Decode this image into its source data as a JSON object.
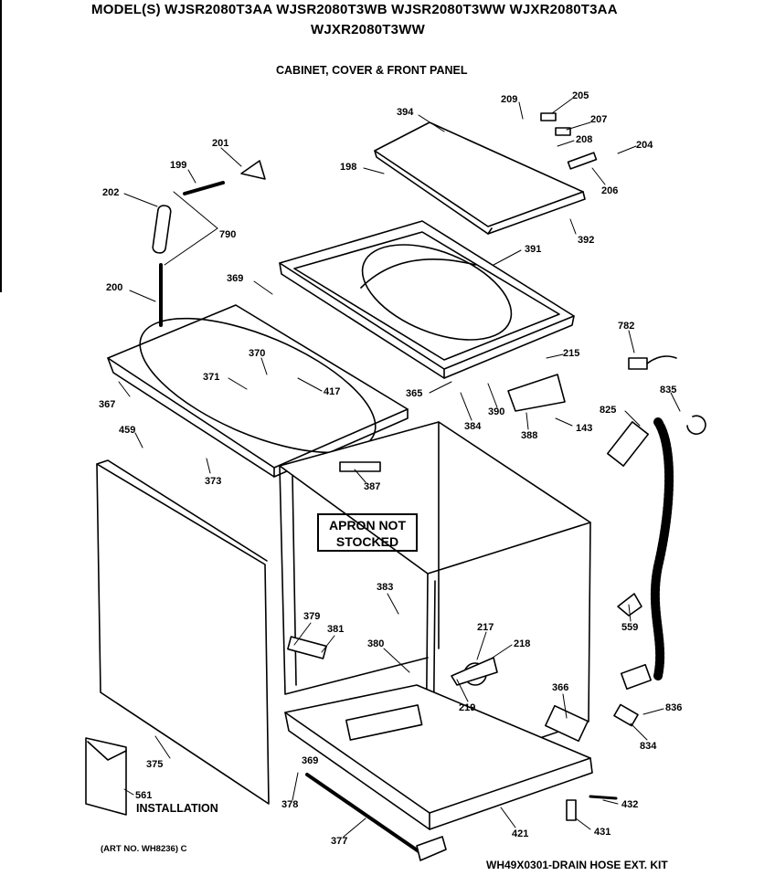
{
  "header": {
    "models_line1": "MODEL(S) WJSR2080T3AA  WJSR2080T3WB  WJSR2080T3WW  WJXR2080T3AA",
    "models_line2": "WJXR2080T3WW",
    "section_title": "CABINET, COVER & FRONT PANEL"
  },
  "apron_note": {
    "line1": "APRON NOT",
    "line2": "STOCKED"
  },
  "installation_label": "INSTALLATION",
  "art_number": "(ART NO. WH8236) C",
  "drain_hose_kit": "WH49X0301-DRAIN HOSE EXT. KIT",
  "parts": [
    "394",
    "209",
    "205",
    "207",
    "208",
    "204",
    "206",
    "198",
    "392",
    "391",
    "201",
    "199",
    "202",
    "790",
    "200",
    "369",
    "782",
    "215",
    "835",
    "825",
    "370",
    "371",
    "417",
    "365",
    "384",
    "390",
    "388",
    "143",
    "367",
    "459",
    "373",
    "387",
    "383",
    "379",
    "381",
    "380",
    "217",
    "218",
    "219",
    "559",
    "366",
    "836",
    "834",
    "375",
    "561",
    "378",
    "377",
    "421",
    "432",
    "431"
  ]
}
